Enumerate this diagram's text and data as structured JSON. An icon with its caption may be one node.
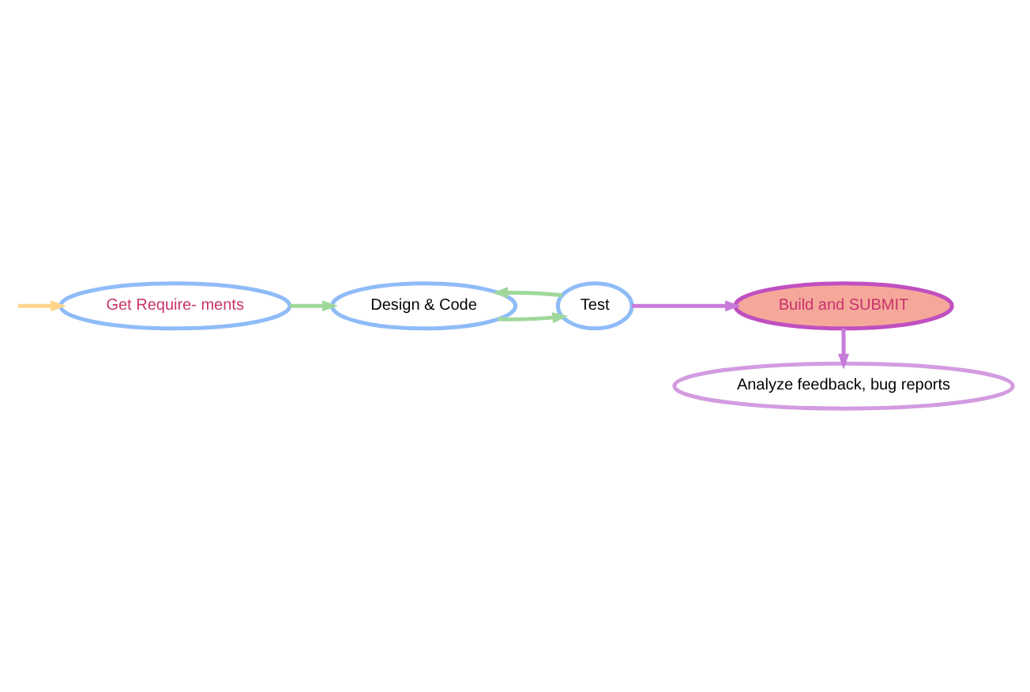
{
  "diagram": {
    "nodes": [
      {
        "text": [
          "Get Require- ments"
        ]
      },
      {
        "text": [
          "Design & Code"
        ]
      },
      {
        "text": [
          "Test"
        ]
      },
      {
        "text": [
          "Build and SUBMIT"
        ]
      },
      {
        "text": [
          "Analyze feedback, bug reports"
        ]
      }
    ],
    "edges": [
      {
        "from": null,
        "to": 0,
        "arrow": "to",
        "color": "#fdd48a"
      },
      {
        "from": 0,
        "to": 1,
        "arrow": "to"
      },
      {
        "from": 1,
        "to": 2,
        "arrow": "to"
      },
      {
        "from": 2,
        "to": 1,
        "arrow": "to"
      },
      {
        "from": 2,
        "to": 3,
        "arrow": "to",
        "color": "#c77bd9"
      },
      {
        "from": 3,
        "to": 4,
        "arrow": "to",
        "color": "#c77bd9"
      }
    ]
  }
}
